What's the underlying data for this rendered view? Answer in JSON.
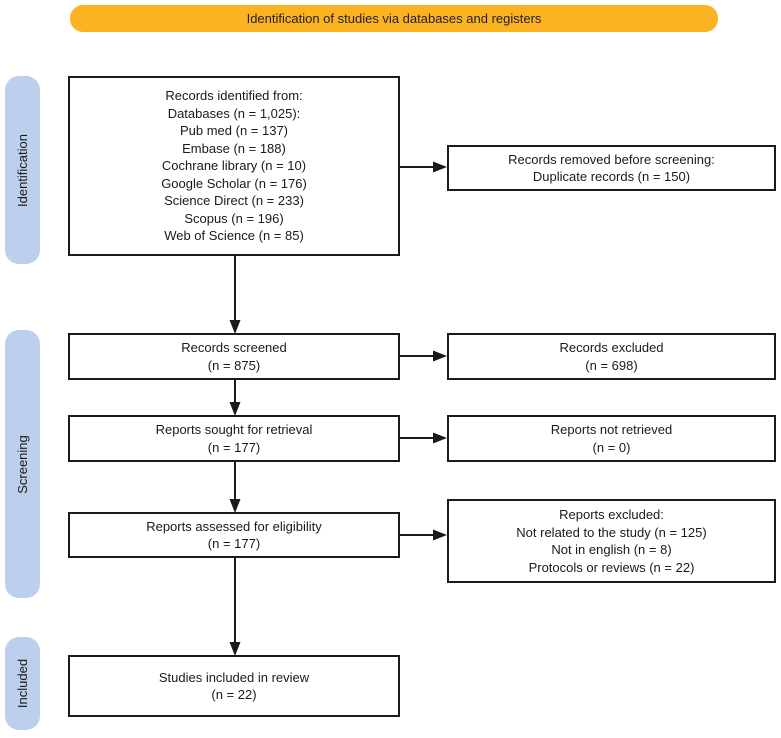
{
  "banner": {
    "label": "Identification of studies via databases and registers"
  },
  "colors": {
    "banner_bg": "#fbb321",
    "stage_bg": "#bccfec",
    "box_border": "#1a1a1a",
    "text": "#1a1a1a"
  },
  "stages": [
    {
      "label": "Identification"
    },
    {
      "label": "Screening"
    },
    {
      "label": "Included"
    }
  ],
  "boxes": {
    "identified": {
      "lines": [
        "Records identified from:",
        "Databases (n = 1,025):",
        "Pub med (n = 137)",
        "Embase (n = 188)",
        "Cochrane library (n = 10)",
        "Google Scholar (n = 176)",
        "Science Direct (n = 233)",
        "Scopus (n = 196)",
        "Web of Science (n = 85)"
      ]
    },
    "removed": {
      "lines": [
        "Records removed before screening:",
        "Duplicate records (n = 150)"
      ]
    },
    "screened": {
      "lines": [
        "Records screened",
        "(n = 875)"
      ]
    },
    "excluded": {
      "lines": [
        "Records excluded",
        "(n = 698)"
      ]
    },
    "sought": {
      "lines": [
        "Reports sought for retrieval",
        "(n = 177)"
      ]
    },
    "not_retrieved": {
      "lines": [
        "Reports not retrieved",
        "(n = 0)"
      ]
    },
    "assessed": {
      "lines": [
        "Reports assessed for eligibility",
        "(n = 177)"
      ]
    },
    "reports_excluded": {
      "lines": [
        "Reports excluded:",
        "Not related to the study (n = 125)",
        "Not in english (n = 8)",
        "Protocols or reviews (n = 22)"
      ]
    },
    "included": {
      "lines": [
        "Studies included in review",
        "(n = 22)"
      ]
    }
  }
}
